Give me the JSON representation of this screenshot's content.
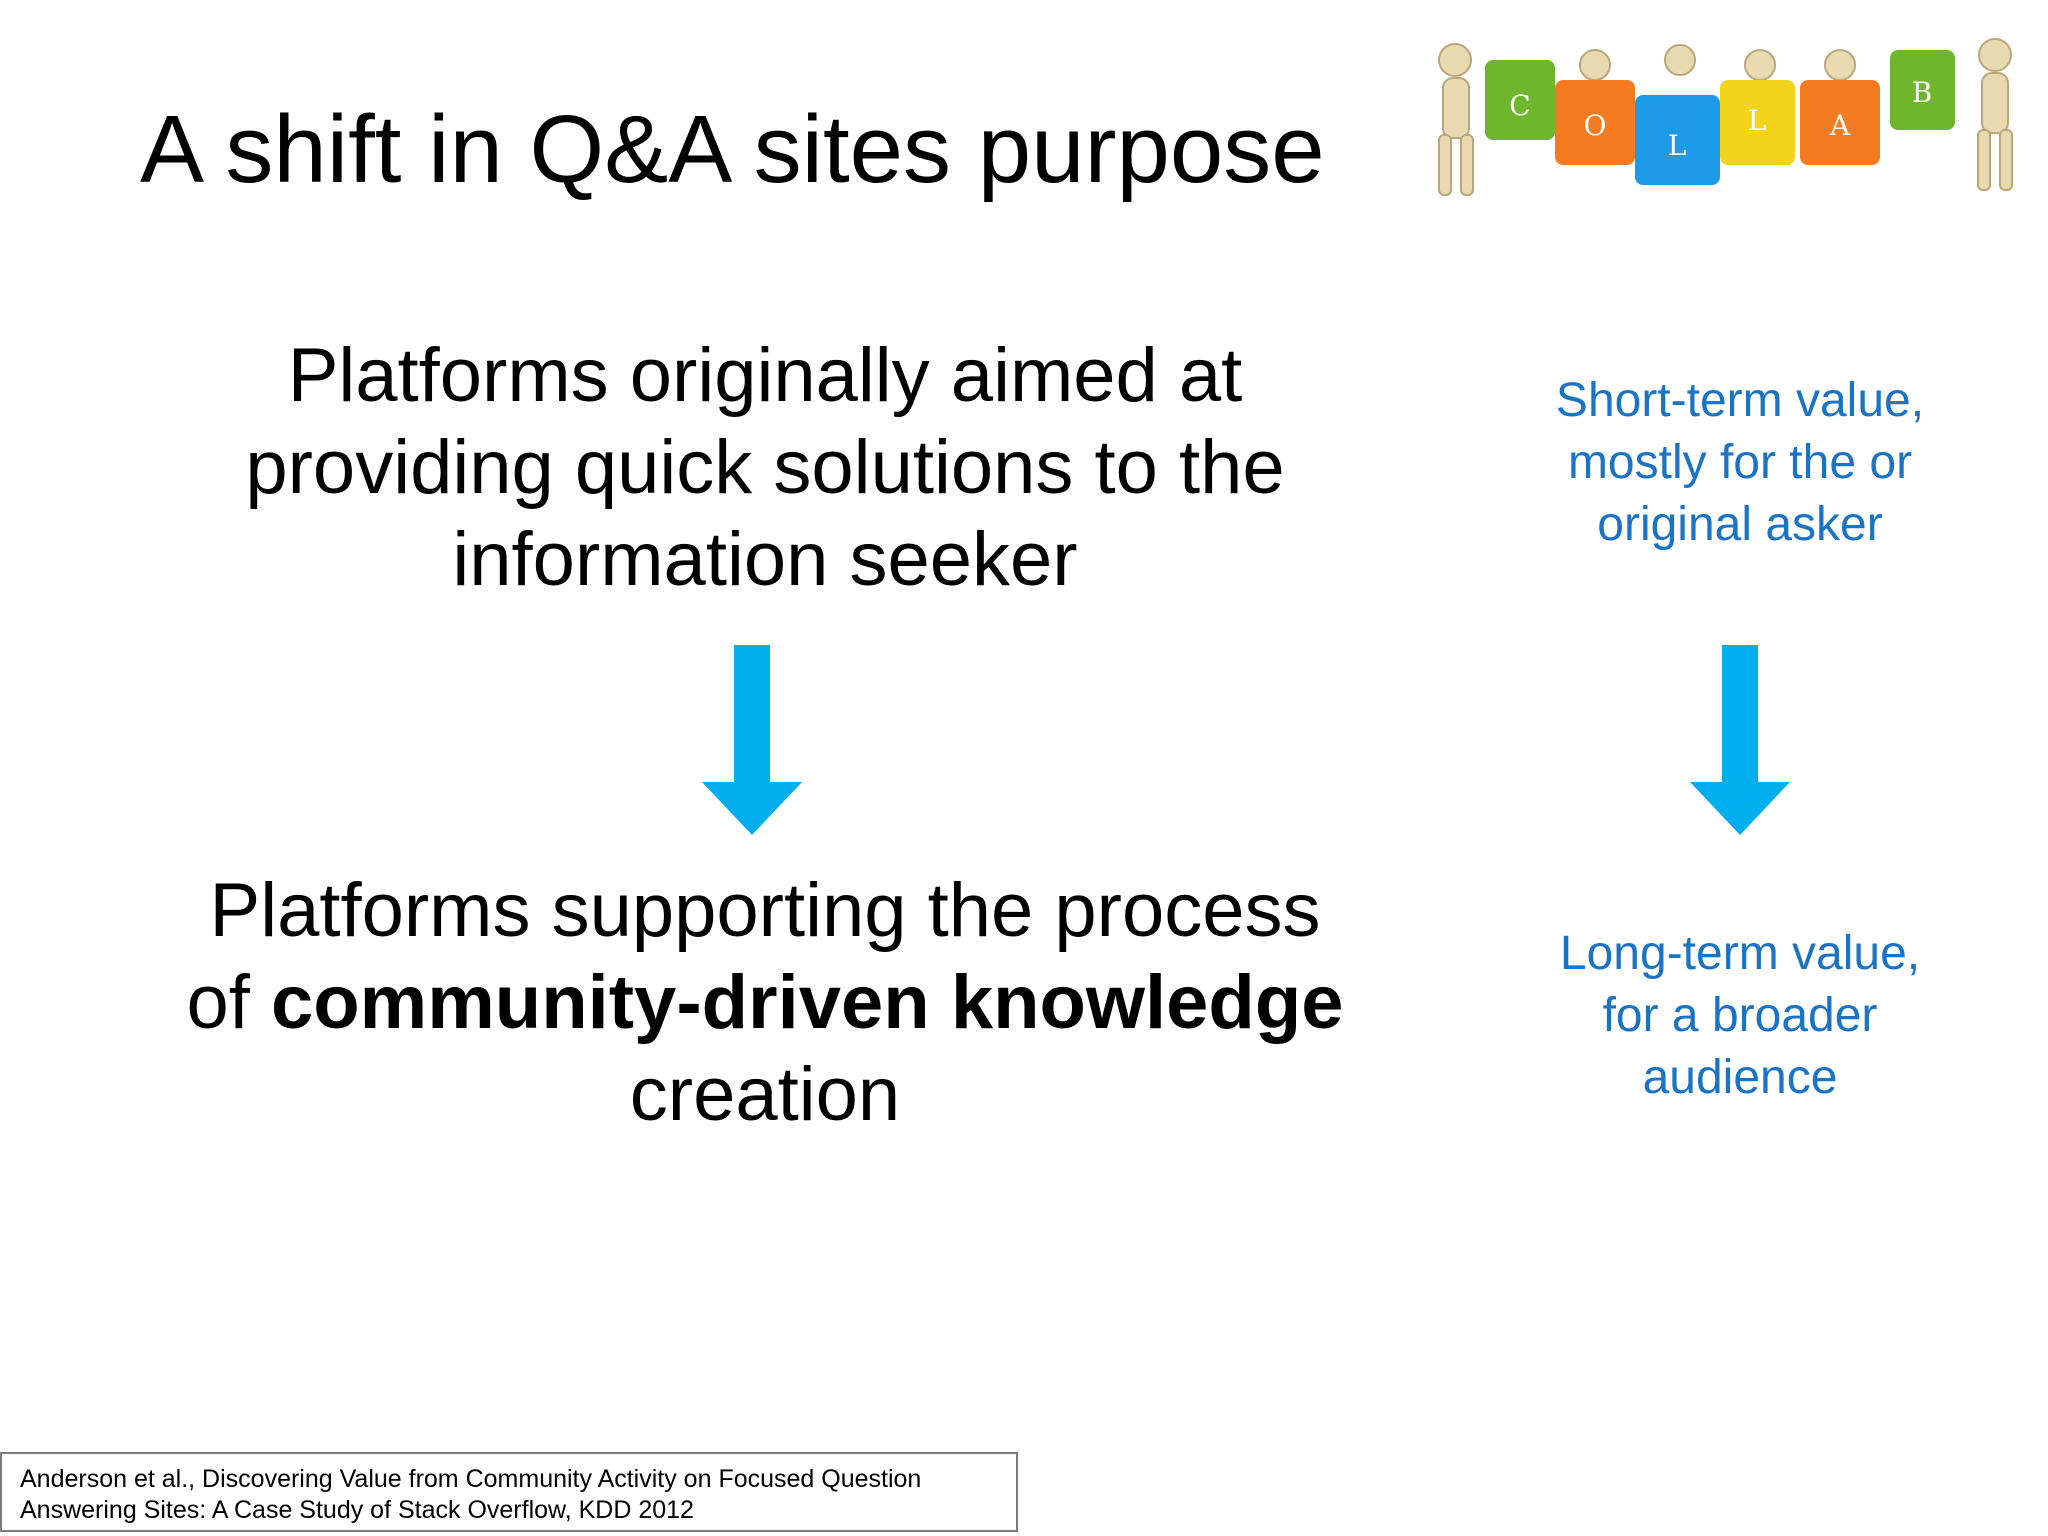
{
  "slide": {
    "title": "A shift in Q&A sites purpose",
    "main": {
      "before": {
        "line1": "Platforms originally aimed at",
        "line2": "providing quick solutions to the",
        "line3": "information seeker"
      },
      "after": {
        "line1": "Platforms supporting the process",
        "line2_prefix": "of ",
        "line2_bold": "community-driven knowledge",
        "line3": "creation"
      }
    },
    "side": {
      "before": {
        "line1": "Short-term value,",
        "line2": "mostly for the or",
        "line3": "original asker"
      },
      "after": {
        "line1": "Long-term value,",
        "line2": "for a broader",
        "line3": "audience"
      }
    },
    "citation": {
      "line1": "Anderson et al., Discovering Value from Community Activity on Focused Question",
      "line2": "Answering Sites: A Case Study of Stack Overflow, KDD 2012"
    },
    "logo": {
      "icon": "collab-puzzle-figures-logo",
      "letters": [
        "C",
        "O",
        "L",
        "L",
        "A",
        "B"
      ]
    },
    "colors": {
      "side_text": "#1a73c4",
      "arrow": "#00aeef",
      "title_text": "#000000"
    }
  }
}
